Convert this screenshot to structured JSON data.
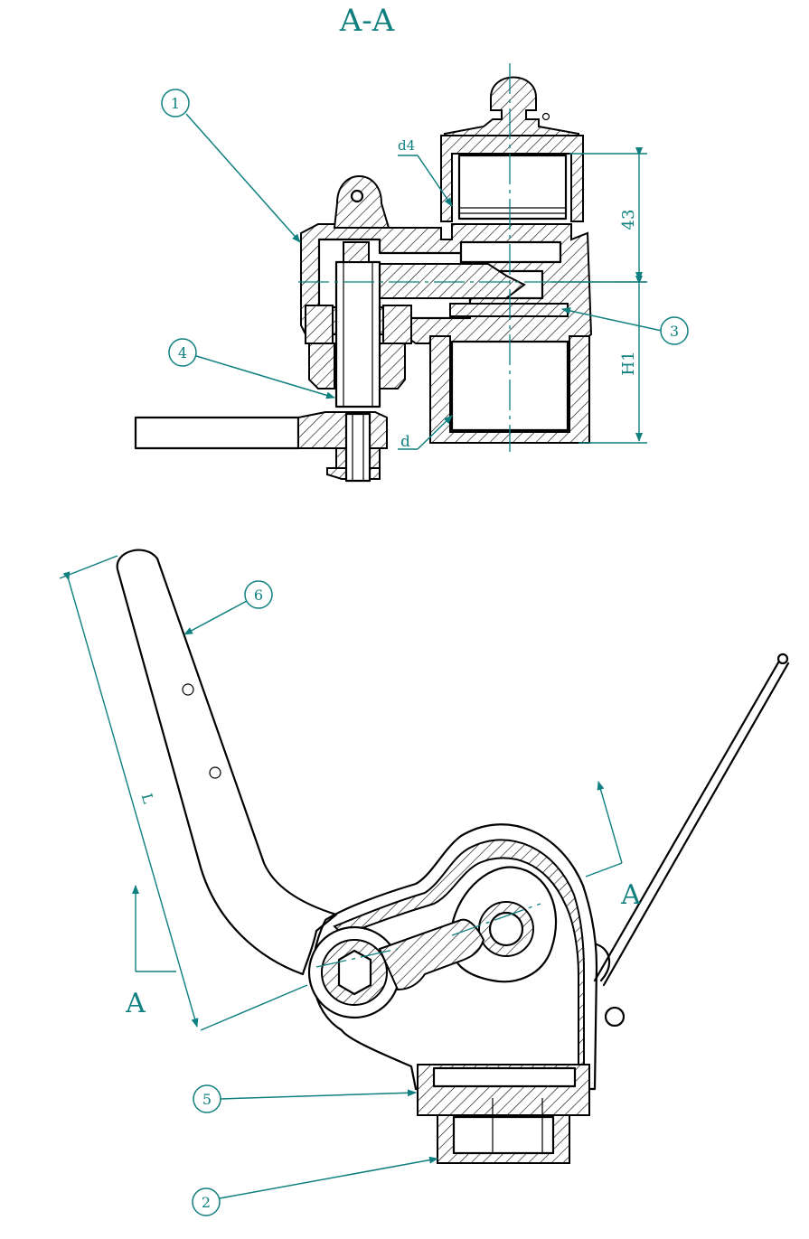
{
  "section_title": "A-A",
  "balloons": [
    "1",
    "2",
    "3",
    "4",
    "5",
    "6"
  ],
  "dimensions": {
    "d4": "d4",
    "h43": "43",
    "h1": "H1",
    "d": "d",
    "length": "L"
  },
  "section_marks": {
    "left": "A",
    "right": "A"
  },
  "colors": {
    "annotation": "#0f7f7f",
    "outline": "#000000"
  }
}
